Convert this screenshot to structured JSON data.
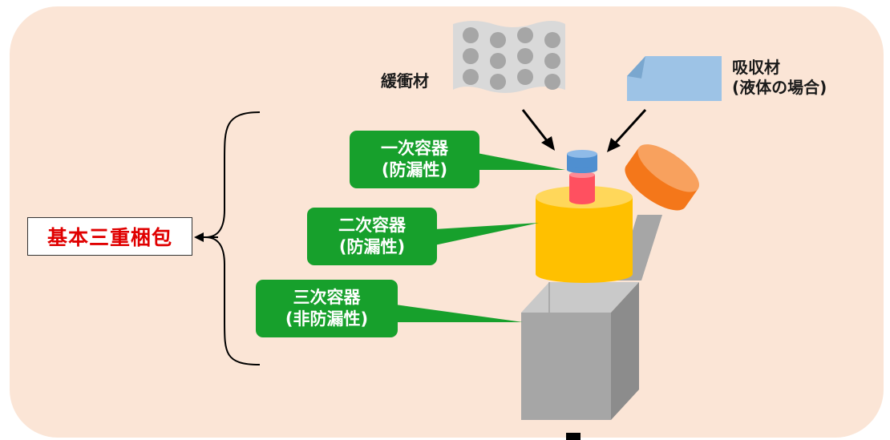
{
  "labels": {
    "cushion": "緩衝材",
    "absorbent_line1": "吸収材",
    "absorbent_line2": "(液体の場合)",
    "basic_packaging": "基本三重梱包"
  },
  "callouts": [
    {
      "line1": "一次容器",
      "line2": "(防漏性)"
    },
    {
      "line1": "二次容器",
      "line2": "(防漏性)"
    },
    {
      "line1": "三次容器",
      "line2": "(非防漏性)"
    }
  ],
  "colors": {
    "panel": "#fbe5d6",
    "callout": "#17a02c",
    "secondary_container": "#ffc000",
    "lid": "#f4771a",
    "tube_cap": "#4f8fd0",
    "tube_body": "#ff5060",
    "absorbent": "#9dc3e6",
    "box": "#a6a6a6",
    "highlight_text": "#e00000"
  }
}
